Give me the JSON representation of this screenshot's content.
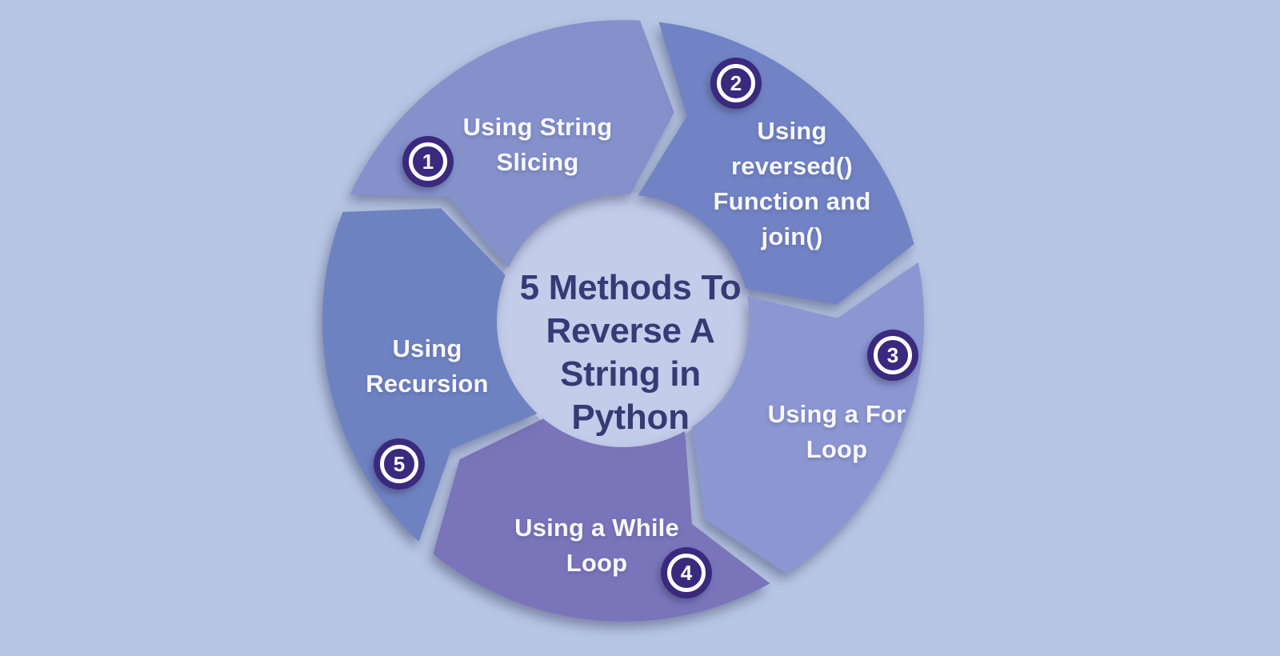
{
  "diagram": {
    "background_color": "#b7c6e4",
    "center": {
      "title_lines": [
        "5 Methods To",
        "Reverse A",
        "String in",
        "Python"
      ],
      "title_color": "#353b75",
      "circle_color": "#c3cdea"
    },
    "badge": {
      "fill_color": "#3a2a7e",
      "ring_color": "#ffffff",
      "number_color": "#ffffff"
    },
    "label_text_color": "#f8f8fd",
    "segments": [
      {
        "number": "1",
        "label_lines": [
          "Using String",
          "Slicing"
        ],
        "color": "#8591cb"
      },
      {
        "number": "2",
        "label_lines": [
          "Using",
          "reversed()",
          "Function and",
          "join()"
        ],
        "color": "#7183c4"
      },
      {
        "number": "3",
        "label_lines": [
          "Using a For",
          "Loop"
        ],
        "color": "#8b96d2"
      },
      {
        "number": "4",
        "label_lines": [
          "Using a While",
          "Loop"
        ],
        "color": "#7a74bb"
      },
      {
        "number": "5",
        "label_lines": [
          "Using",
          "Recursion"
        ],
        "color": "#6e82c2"
      }
    ]
  }
}
